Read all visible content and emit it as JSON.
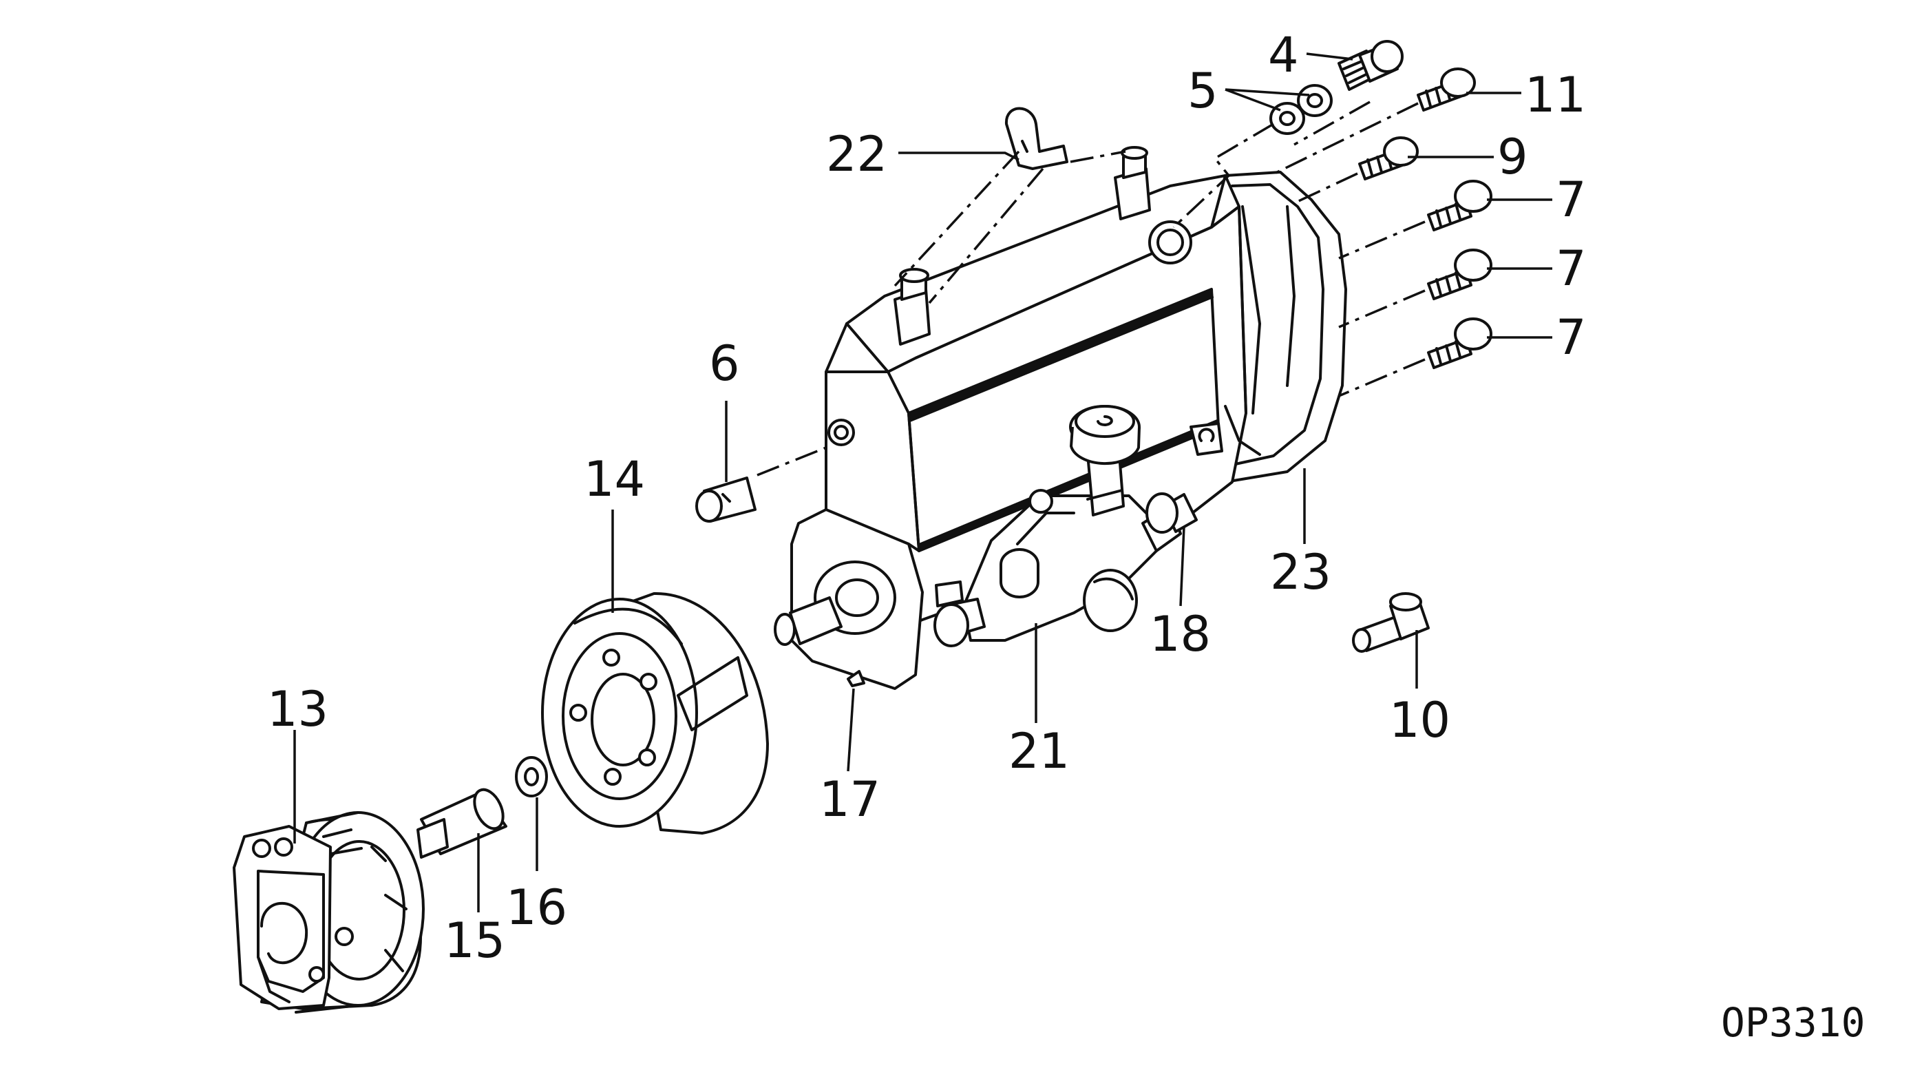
{
  "figure_code": "OP3310",
  "callouts": [
    {
      "id": "c4",
      "label": "4"
    },
    {
      "id": "c5",
      "label": "5"
    },
    {
      "id": "c6",
      "label": "6"
    },
    {
      "id": "c7a",
      "label": "7"
    },
    {
      "id": "c7b",
      "label": "7"
    },
    {
      "id": "c7c",
      "label": "7"
    },
    {
      "id": "c9",
      "label": "9"
    },
    {
      "id": "c10",
      "label": "10"
    },
    {
      "id": "c11",
      "label": "11"
    },
    {
      "id": "c13",
      "label": "13"
    },
    {
      "id": "c14",
      "label": "14"
    },
    {
      "id": "c15",
      "label": "15"
    },
    {
      "id": "c16",
      "label": "16"
    },
    {
      "id": "c17",
      "label": "17"
    },
    {
      "id": "c18",
      "label": "18"
    },
    {
      "id": "c21",
      "label": "21"
    },
    {
      "id": "c22",
      "label": "22"
    },
    {
      "id": "c23",
      "label": "23"
    }
  ],
  "colors": {
    "ink": "#111111",
    "paper": "#ffffff"
  }
}
